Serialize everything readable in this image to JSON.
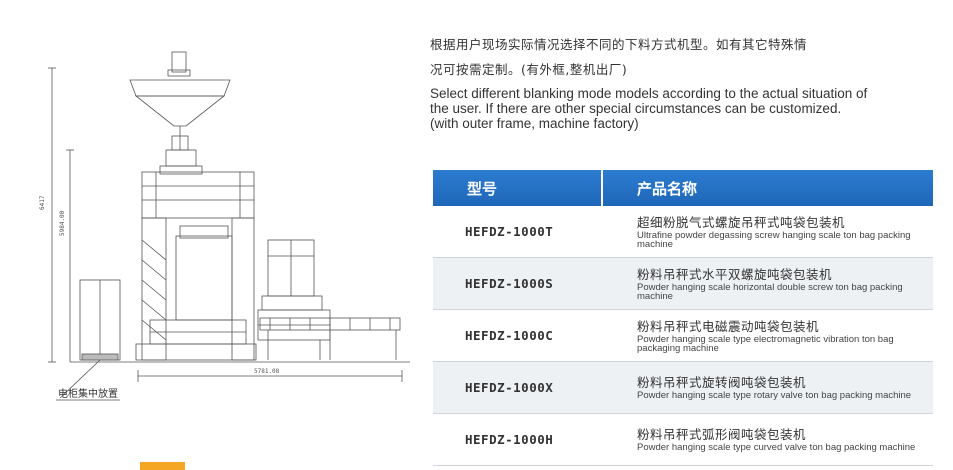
{
  "drawing": {
    "dim_total_height": "6417",
    "dim_body_height": "5984.00",
    "dim_width": "5781.08",
    "cabinet_label": "电柜集中放置"
  },
  "intro": {
    "cn_line1": "根据用户现场实际情况选择不同的下料方式机型。如有其它特殊情",
    "cn_line2": "况可按需定制。(有外框,整机出厂)",
    "en": "Select different blanking mode models according to the actual situation of the user. If there are other special circumstances can be customized. (with outer frame, machine factory)"
  },
  "table": {
    "header_model": "型号",
    "header_name": "产品名称",
    "rows": [
      {
        "model": "HEFDZ-1000T",
        "cn": "超细粉脱气式螺旋吊秤式吨袋包装机",
        "en": "Ultrafine powder degassing screw hanging scale ton bag packing machine"
      },
      {
        "model": "HEFDZ-1000S",
        "cn": "粉料吊秤式水平双螺旋吨袋包装机",
        "en": "Powder hanging scale horizontal double screw ton bag packing machine"
      },
      {
        "model": "HEFDZ-1000C",
        "cn": "粉料吊秤式电磁震动吨袋包装机",
        "en": "Powder hanging scale type electromagnetic vibration ton bag packaging machine"
      },
      {
        "model": "HEFDZ-1000X",
        "cn": "粉料吊秤式旋转阀吨袋包装机",
        "en": "Powder hanging scale type rotary valve ton bag packing machine"
      },
      {
        "model": "HEFDZ-1000H",
        "cn": "粉料吊秤式弧形阀吨袋包装机",
        "en": "Powder hanging scale type curved valve ton bag packing machine"
      }
    ]
  },
  "colors": {
    "header_blue": "#2070c0",
    "row_alt": "#eef1f4",
    "accent_orange": "#f5a623"
  }
}
